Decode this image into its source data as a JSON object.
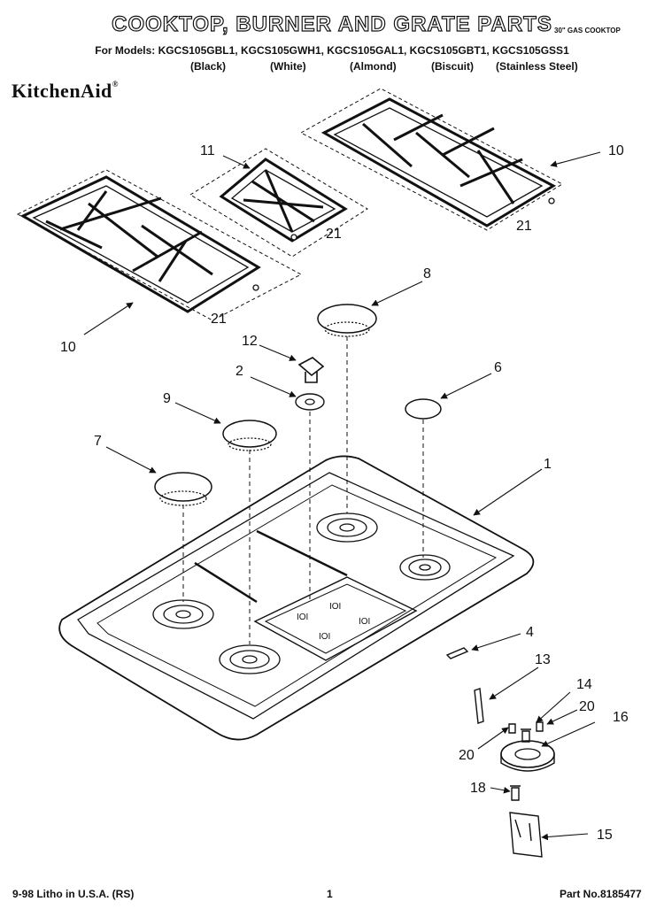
{
  "header": {
    "title": "COOKTOP, BURNER AND GRATE PARTS",
    "subtitle": "30\" GAS COOKTOP",
    "models": "For Models: KGCS105GBL1, KGCS105GWH1, KGCS105GAL1, KGCS105GBT1, KGCS105GSS1",
    "colors": [
      "(Black)",
      "(White)",
      "(Almond)",
      "(Biscuit)",
      "(Stainless Steel)"
    ]
  },
  "brand": {
    "name": "KitchenAid",
    "mark": "®"
  },
  "callouts": {
    "c1": "1",
    "c2": "2",
    "c4": "4",
    "c6": "6",
    "c7": "7",
    "c8": "8",
    "c9": "9",
    "c10a": "10",
    "c10b": "10",
    "c11": "11",
    "c12": "12",
    "c13": "13",
    "c14": "14",
    "c15": "15",
    "c16": "16",
    "c18": "18",
    "c20a": "20",
    "c20b": "20",
    "c21a": "21",
    "c21b": "21",
    "c21c": "21"
  },
  "footer": {
    "left": "9-98 Litho in U.S.A. (RS)",
    "page": "1",
    "part": "Part No.8185477"
  }
}
